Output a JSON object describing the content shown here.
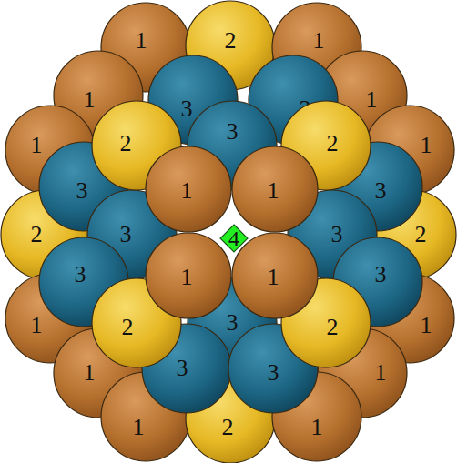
{
  "diagram": {
    "nodes": [
      {
        "text": [
          "1"
        ]
      },
      {
        "text": [
          "2"
        ]
      },
      {
        "text": [
          "1"
        ]
      },
      {
        "text": [
          "1"
        ]
      },
      {
        "text": [
          "3"
        ]
      },
      {
        "text": [
          "3"
        ]
      },
      {
        "text": [
          "1"
        ]
      },
      {
        "text": [
          "3"
        ]
      },
      {
        "text": [
          "1"
        ]
      },
      {
        "text": [
          "2"
        ]
      },
      {
        "text": [
          "2"
        ]
      },
      {
        "text": [
          "1"
        ]
      },
      {
        "text": [
          "3"
        ]
      },
      {
        "text": [
          "1"
        ]
      },
      {
        "text": [
          "1"
        ]
      },
      {
        "text": [
          "3"
        ]
      },
      {
        "text": [
          "2"
        ]
      },
      {
        "text": [
          "3"
        ]
      },
      {
        "text": [
          "4"
        ]
      },
      {
        "text": [
          "3"
        ]
      },
      {
        "text": [
          "2"
        ]
      },
      {
        "text": [
          "3"
        ]
      },
      {
        "text": [
          "1"
        ]
      },
      {
        "text": [
          "1"
        ]
      },
      {
        "text": [
          "3"
        ]
      },
      {
        "text": [
          "1"
        ]
      },
      {
        "text": [
          "2"
        ]
      },
      {
        "text": [
          "3"
        ]
      },
      {
        "text": [
          "2"
        ]
      },
      {
        "text": [
          "1"
        ]
      },
      {
        "text": [
          "1"
        ]
      },
      {
        "text": [
          "3"
        ]
      },
      {
        "text": [
          "3"
        ]
      },
      {
        "text": [
          "1"
        ]
      },
      {
        "text": [
          "1"
        ]
      },
      {
        "text": [
          "2"
        ]
      },
      {
        "text": [
          "1"
        ]
      }
    ]
  }
}
